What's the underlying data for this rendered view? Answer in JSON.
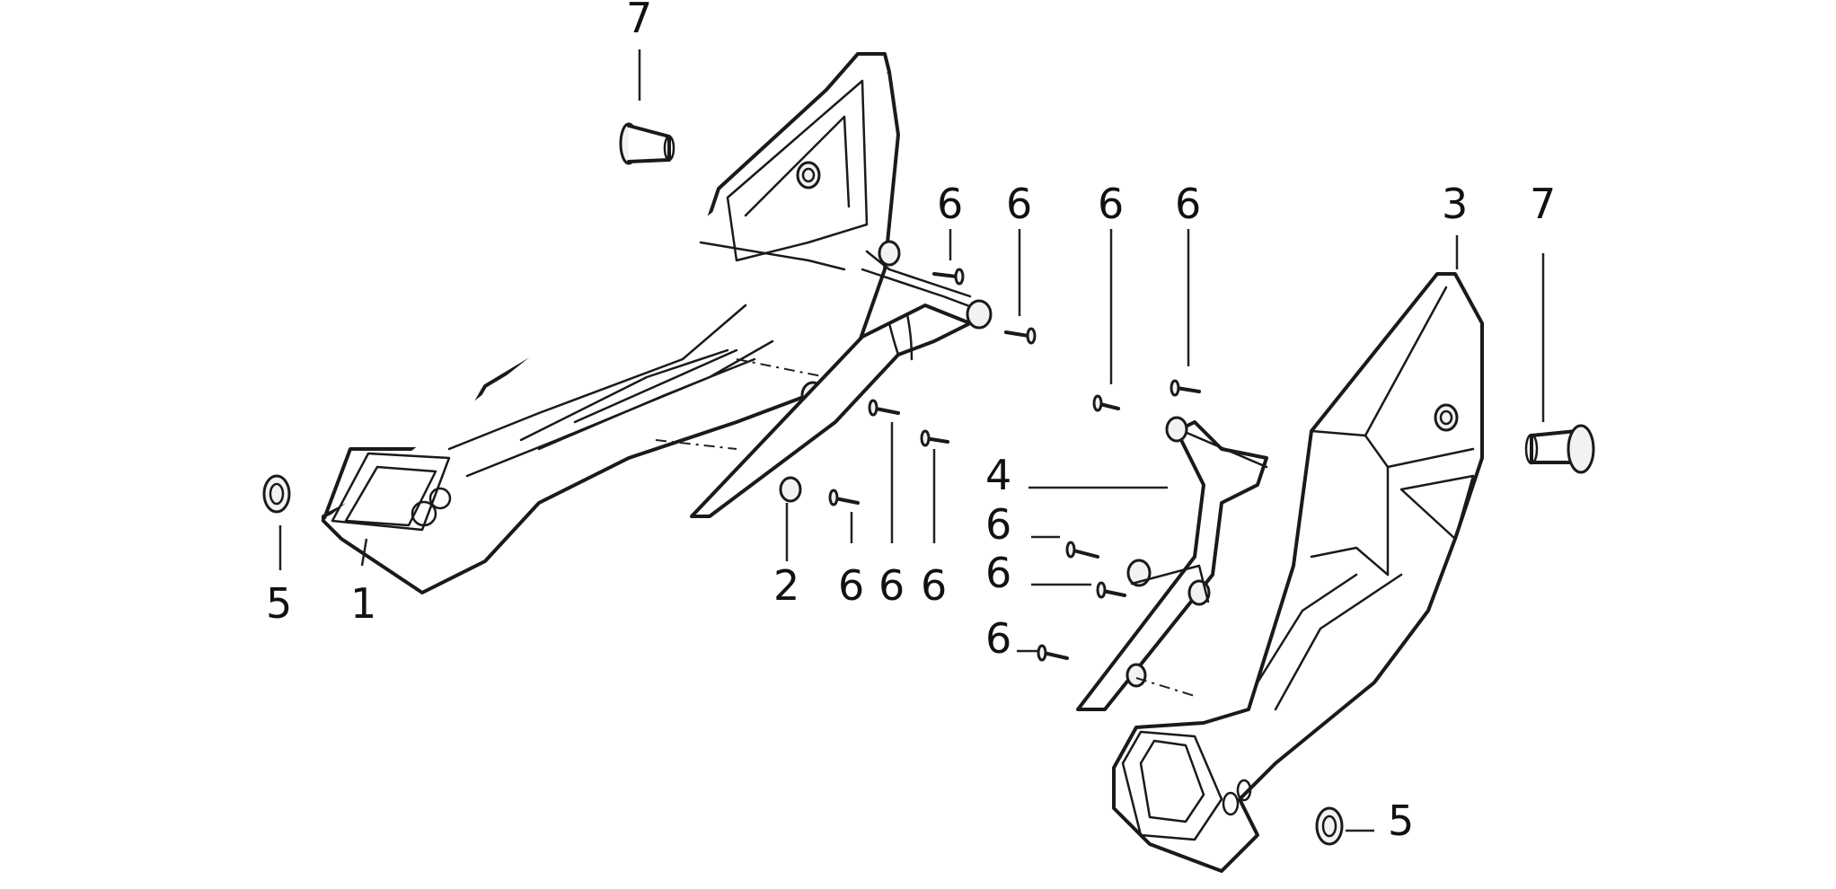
{
  "diagram": {
    "callouts": {
      "c7_top": "7",
      "c6_a": "6",
      "c6_b": "6",
      "c6_c": "6",
      "c6_d": "6",
      "c3": "3",
      "c7_right": "7",
      "c4": "4",
      "c6_e": "6",
      "c6_f": "6",
      "c6_g": "6",
      "c5_left": "5",
      "c1": "1",
      "c2": "2",
      "c6_h": "6",
      "c6_i": "6",
      "c6_j": "6",
      "c5_right": "5"
    },
    "colors": {
      "ink": "#1a1a1a",
      "background": "#ffffff"
    }
  }
}
